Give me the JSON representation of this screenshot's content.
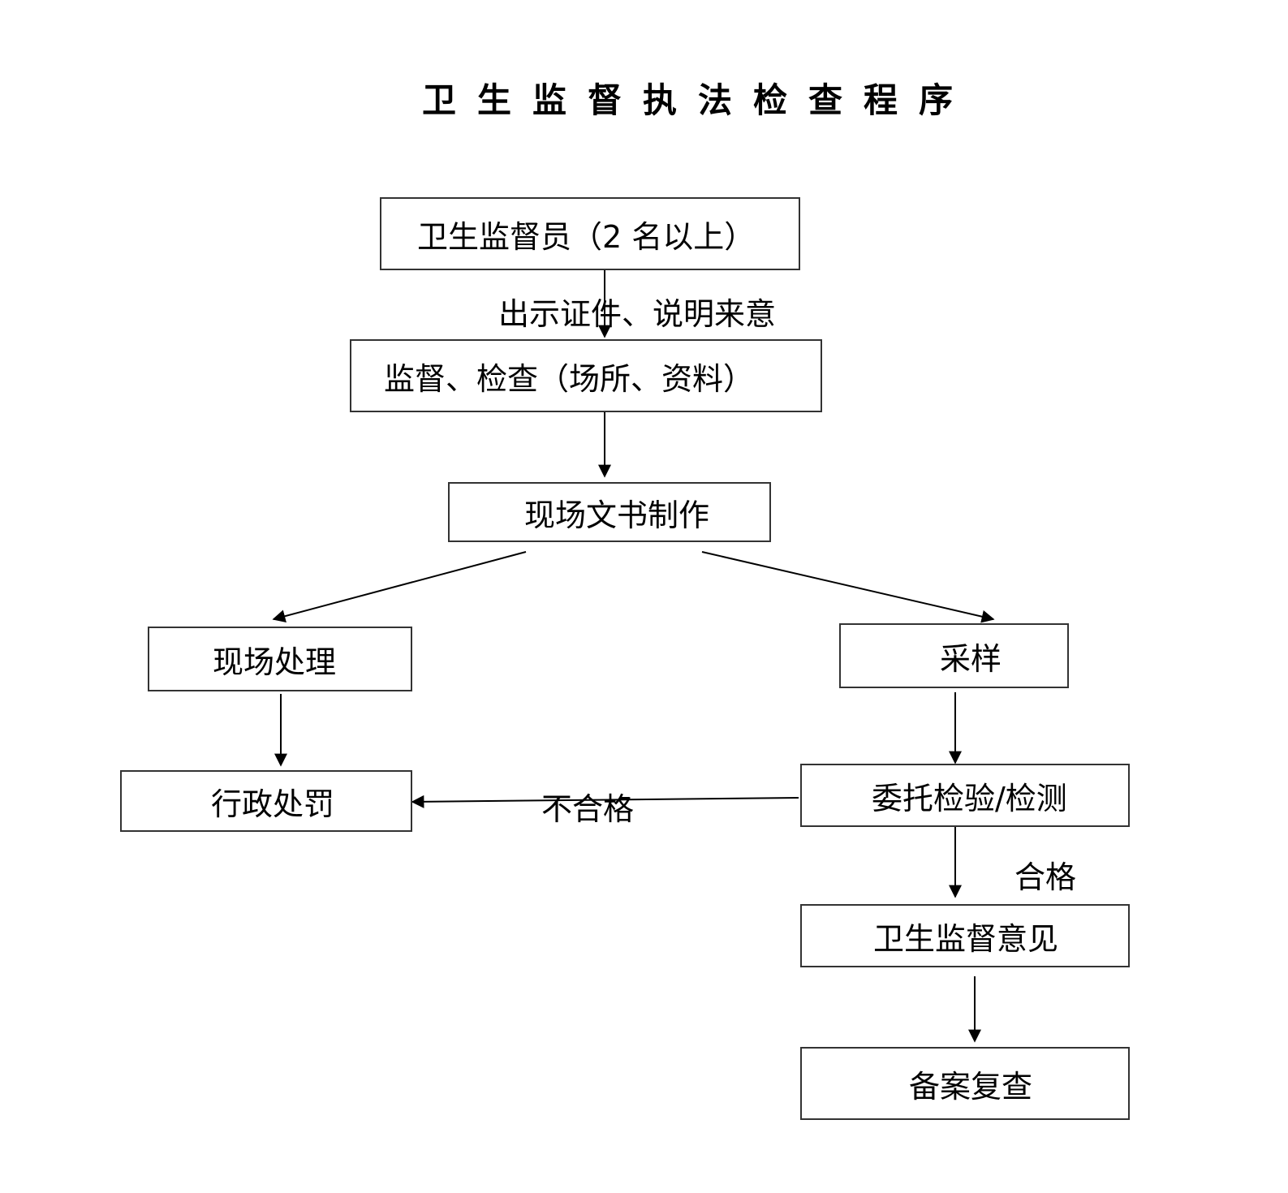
{
  "title": "卫生监督执法检查程序",
  "nodes": {
    "inspectors": "卫生监督员（2 名以上）",
    "inspection": "监督、检查（场所、资料）",
    "documents": "现场文书制作",
    "onsite": "现场处理",
    "sampling": "采样",
    "penalty": "行政处罚",
    "testing": "委托检验/检测",
    "opinion": "卫生监督意见",
    "review": "备案复查"
  },
  "edge_labels": {
    "show_credentials": "出示证件、说明来意",
    "fail": "不合格",
    "pass": "合格"
  }
}
